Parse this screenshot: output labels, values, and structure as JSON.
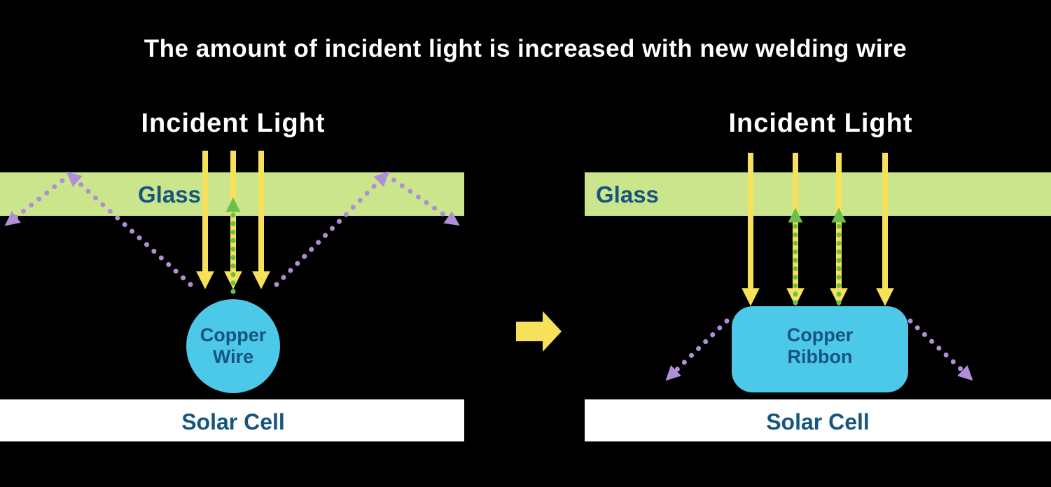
{
  "title": "The amount of incident light is increased with new welding wire",
  "panels": {
    "left": {
      "incident_light": "Incident Light",
      "glass": "Glass",
      "conductor": {
        "line1": "Copper",
        "line2": "Wire"
      },
      "solar_cell": "Solar Cell"
    },
    "right": {
      "incident_light": "Incident Light",
      "glass": "Glass",
      "conductor": {
        "line1": "Copper",
        "line2": "Ribbon"
      },
      "solar_cell": "Solar Cell"
    }
  },
  "colors": {
    "background": "#000000",
    "title_text": "#ffffff",
    "glass_fill": "#cbe58c",
    "solar_cell_fill": "#ffffff",
    "copper_fill": "#4cc9e9",
    "incident_light_arrow": "#f7e15a",
    "reflected_light_arrow": "#6cbf4b",
    "lost_light_arrow": "#b18fd6",
    "label_text": "#17557f",
    "transition_arrow": "#f7e15a"
  }
}
